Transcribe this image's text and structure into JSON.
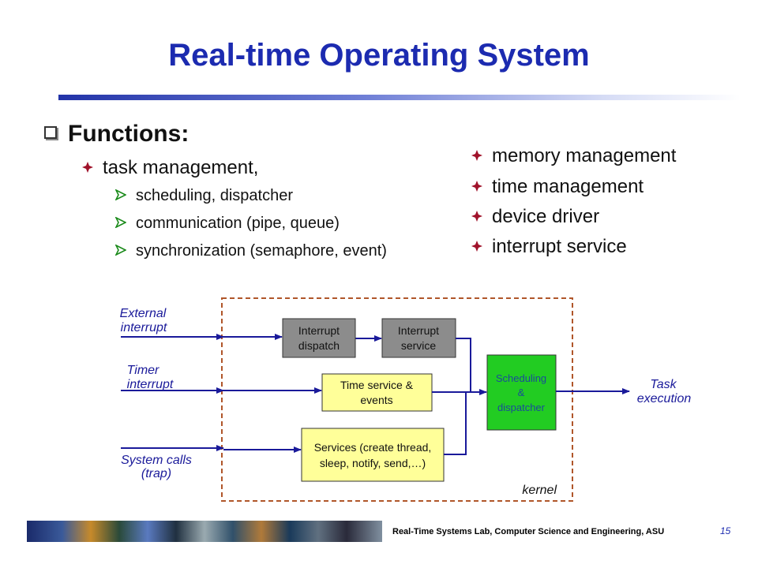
{
  "slide": {
    "title": "Real-time Operating System",
    "heading": "Functions:",
    "left_items": [
      {
        "label": "task management,",
        "subitems": [
          "scheduling, dispatcher",
          "communication (pipe, queue)",
          "synchronization (semaphore, event)"
        ]
      }
    ],
    "right_items": [
      "memory management",
      "time management",
      "device driver",
      "interrupt service"
    ]
  },
  "diagram": {
    "inputs": {
      "external_interrupt": [
        "External",
        "interrupt"
      ],
      "timer_interrupt": [
        "Timer",
        "interrupt"
      ],
      "system_calls": [
        "System calls",
        "(trap)"
      ]
    },
    "boxes": {
      "interrupt_dispatch": [
        "Interrupt",
        "dispatch"
      ],
      "interrupt_service": [
        "Interrupt",
        "service"
      ],
      "time_service": [
        "Time service &",
        "events"
      ],
      "services": [
        "Services (create thread,",
        "sleep, notify, send,…)"
      ],
      "scheduling": [
        "Scheduling",
        "&",
        "dispatcher"
      ]
    },
    "output": [
      "Task",
      "execution"
    ],
    "kernel_label": "kernel",
    "colors": {
      "arrow": "#1a1a9a",
      "kernel_border": "#b0562a",
      "gray_box": "#8c8c8c",
      "yellow_box": "#ffff99",
      "green_box": "#22cc22",
      "green_text": "#1a4a9a"
    }
  },
  "footer": {
    "text": "Real-Time Systems Lab, Computer Science and Engineering, ASU",
    "page_number": "15"
  }
}
